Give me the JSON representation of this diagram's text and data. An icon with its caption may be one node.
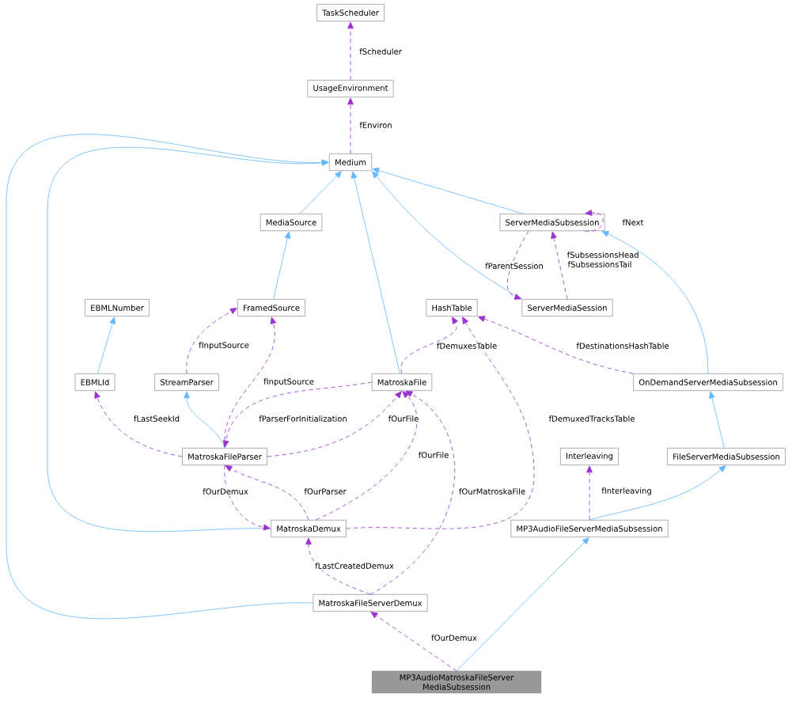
{
  "diagram": {
    "nodes": [
      {
        "text": [
          "TaskScheduler"
        ]
      },
      {
        "text": [
          "UsageEnvironment"
        ]
      },
      {
        "text": [
          "Medium"
        ]
      },
      {
        "text": [
          "MediaSource"
        ]
      },
      {
        "text": [
          "ServerMediaSubsession"
        ]
      },
      {
        "text": [
          "EBMLNumber"
        ]
      },
      {
        "text": [
          "FramedSource"
        ]
      },
      {
        "text": [
          "HashTable"
        ]
      },
      {
        "text": [
          "ServerMediaSession"
        ]
      },
      {
        "text": [
          "EBMLId"
        ]
      },
      {
        "text": [
          "StreamParser"
        ]
      },
      {
        "text": [
          "MatroskaFile"
        ]
      },
      {
        "text": [
          "OnDemandServerMediaSubsession"
        ]
      },
      {
        "text": [
          "Interleaving"
        ]
      },
      {
        "text": [
          "FileServerMediaSubsession"
        ]
      },
      {
        "text": [
          "MatroskaFileParser"
        ]
      },
      {
        "text": [
          "MatroskaDemux"
        ]
      },
      {
        "text": [
          "MP3AudioFileServerMediaSubsession"
        ]
      },
      {
        "text": [
          "MatroskaFileServerDemux"
        ]
      },
      {
        "text": [
          "MP3AudioMatroskaFileServer MediaSubsession"
        ]
      }
    ],
    "edges": [
      {
        "from": 1,
        "to": 0,
        "arrow": "to",
        "label": "fScheduler",
        "style": "dashed",
        "color": "#9a32cd"
      },
      {
        "from": 2,
        "to": 1,
        "arrow": "to",
        "label": "fEnviron",
        "style": "dashed",
        "color": "#9a32cd"
      },
      {
        "from": 3,
        "to": 2,
        "arrow": "to",
        "color": "#63b8ff"
      },
      {
        "from": 4,
        "to": 2,
        "arrow": "to",
        "color": "#63b8ff"
      },
      {
        "from": 8,
        "to": 2,
        "arrow": "to",
        "color": "#63b8ff"
      },
      {
        "from": 11,
        "to": 2,
        "arrow": "to",
        "color": "#63b8ff"
      },
      {
        "from": 16,
        "to": 2,
        "arrow": "to",
        "color": "#63b8ff"
      },
      {
        "from": 18,
        "to": 2,
        "arrow": "to",
        "color": "#63b8ff"
      },
      {
        "from": 4,
        "to": 4,
        "arrow": "to",
        "label": "fNext",
        "style": "dashed",
        "color": "#9a32cd"
      },
      {
        "from": 4,
        "to": 8,
        "arrow": "to",
        "label": "fParentSession",
        "style": "dashed",
        "color": "#9a32cd"
      },
      {
        "from": 8,
        "to": 4,
        "arrow": "to",
        "label": "fSubsessionsHead fSubsessionsTail",
        "style": "dashed",
        "color": "#9a32cd"
      },
      {
        "from": 6,
        "to": 3,
        "arrow": "to",
        "color": "#63b8ff"
      },
      {
        "from": 9,
        "to": 5,
        "arrow": "to",
        "color": "#63b8ff"
      },
      {
        "from": 10,
        "to": 6,
        "arrow": "to",
        "label": "fInputSource",
        "style": "dashed",
        "color": "#9a32cd"
      },
      {
        "from": 15,
        "to": 6,
        "arrow": "to",
        "label": "fInputSource",
        "style": "dashed",
        "color": "#9a32cd"
      },
      {
        "from": 11,
        "to": 7,
        "arrow": "to",
        "label": "fDemuxesTable",
        "style": "dashed",
        "color": "#9a32cd"
      },
      {
        "from": 12,
        "to": 7,
        "arrow": "to",
        "label": "fDestinationsHashTable",
        "style": "dashed",
        "color": "#9a32cd"
      },
      {
        "from": 16,
        "to": 7,
        "arrow": "to",
        "label": "fDemuxedTracksTable",
        "style": "dashed",
        "color": "#9a32cd"
      },
      {
        "from": 12,
        "to": 4,
        "arrow": "to",
        "color": "#63b8ff"
      },
      {
        "from": 15,
        "to": 9,
        "arrow": "to",
        "label": "fLastSeekId",
        "style": "dashed",
        "color": "#9a32cd"
      },
      {
        "from": 15,
        "to": 10,
        "arrow": "to",
        "color": "#63b8ff"
      },
      {
        "from": 11,
        "to": 15,
        "arrow": "to",
        "label": "fParserForInitialization",
        "style": "dashed",
        "color": "#9a32cd"
      },
      {
        "from": 15,
        "to": 11,
        "arrow": "to",
        "label": "fOurFile",
        "style": "dashed",
        "color": "#9a32cd"
      },
      {
        "from": 16,
        "to": 11,
        "arrow": "to",
        "label": "fOurFile",
        "style": "dashed",
        "color": "#9a32cd"
      },
      {
        "from": 18,
        "to": 11,
        "arrow": "to",
        "label": "fOurMatroskaFile",
        "style": "dashed",
        "color": "#9a32cd"
      },
      {
        "from": 14,
        "to": 12,
        "arrow": "to",
        "color": "#63b8ff"
      },
      {
        "from": 17,
        "to": 13,
        "arrow": "to",
        "label": "fInterleaving",
        "style": "dashed",
        "color": "#9a32cd"
      },
      {
        "from": 17,
        "to": 14,
        "arrow": "to",
        "color": "#63b8ff"
      },
      {
        "from": 15,
        "to": 16,
        "arrow": "to",
        "label": "fOurDemux",
        "style": "dashed",
        "color": "#9a32cd"
      },
      {
        "from": 16,
        "to": 15,
        "arrow": "to",
        "label": "fOurParser",
        "style": "dashed",
        "color": "#9a32cd"
      },
      {
        "from": 18,
        "to": 16,
        "arrow": "to",
        "label": "fLastCreatedDemux",
        "style": "dashed",
        "color": "#9a32cd"
      },
      {
        "from": 19,
        "to": 18,
        "arrow": "to",
        "label": "fOurDemux",
        "style": "dashed",
        "color": "#9a32cd"
      },
      {
        "from": 19,
        "to": 17,
        "arrow": "to",
        "color": "#63b8ff"
      }
    ]
  }
}
